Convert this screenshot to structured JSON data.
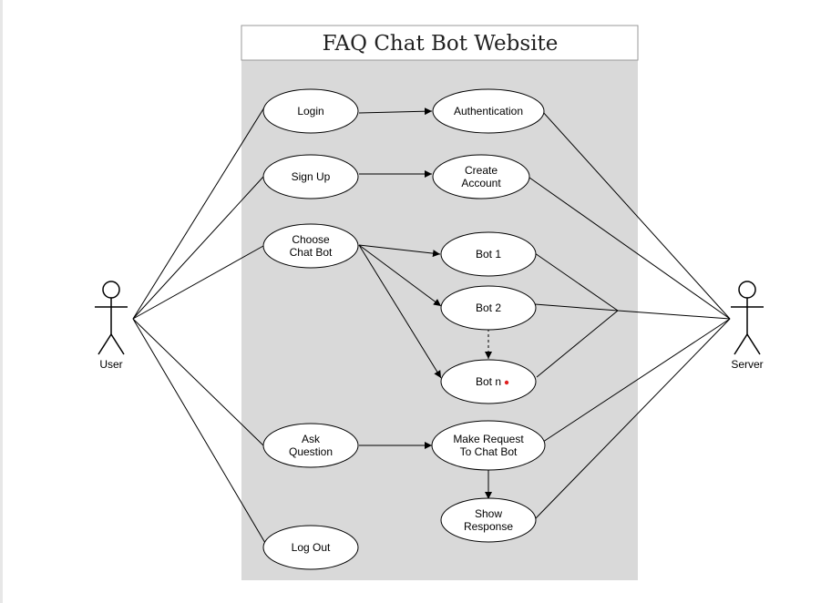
{
  "diagram": {
    "title": "FAQ Chat Bot Website",
    "actors": {
      "user": "User",
      "server": "Server"
    },
    "use_cases": {
      "login": [
        "Login"
      ],
      "authentication": [
        "Authentication"
      ],
      "sign_up": [
        "Sign Up"
      ],
      "create_account": [
        "Create",
        "Account"
      ],
      "choose_chat_bot": [
        "Choose",
        "Chat Bot"
      ],
      "bot_1": [
        "Bot 1"
      ],
      "bot_2": [
        "Bot 2"
      ],
      "bot_n": [
        "Bot n"
      ],
      "ask_question": [
        "Ask",
        "Question"
      ],
      "make_request": [
        "Make Request",
        "To Chat Bot"
      ],
      "show_response": [
        "Show",
        "Response"
      ],
      "log_out": [
        "Log Out"
      ]
    },
    "colors": {
      "boundary_fill": "#d9d9d9",
      "line": "#000000",
      "marker_dot": "#e02020"
    }
  }
}
